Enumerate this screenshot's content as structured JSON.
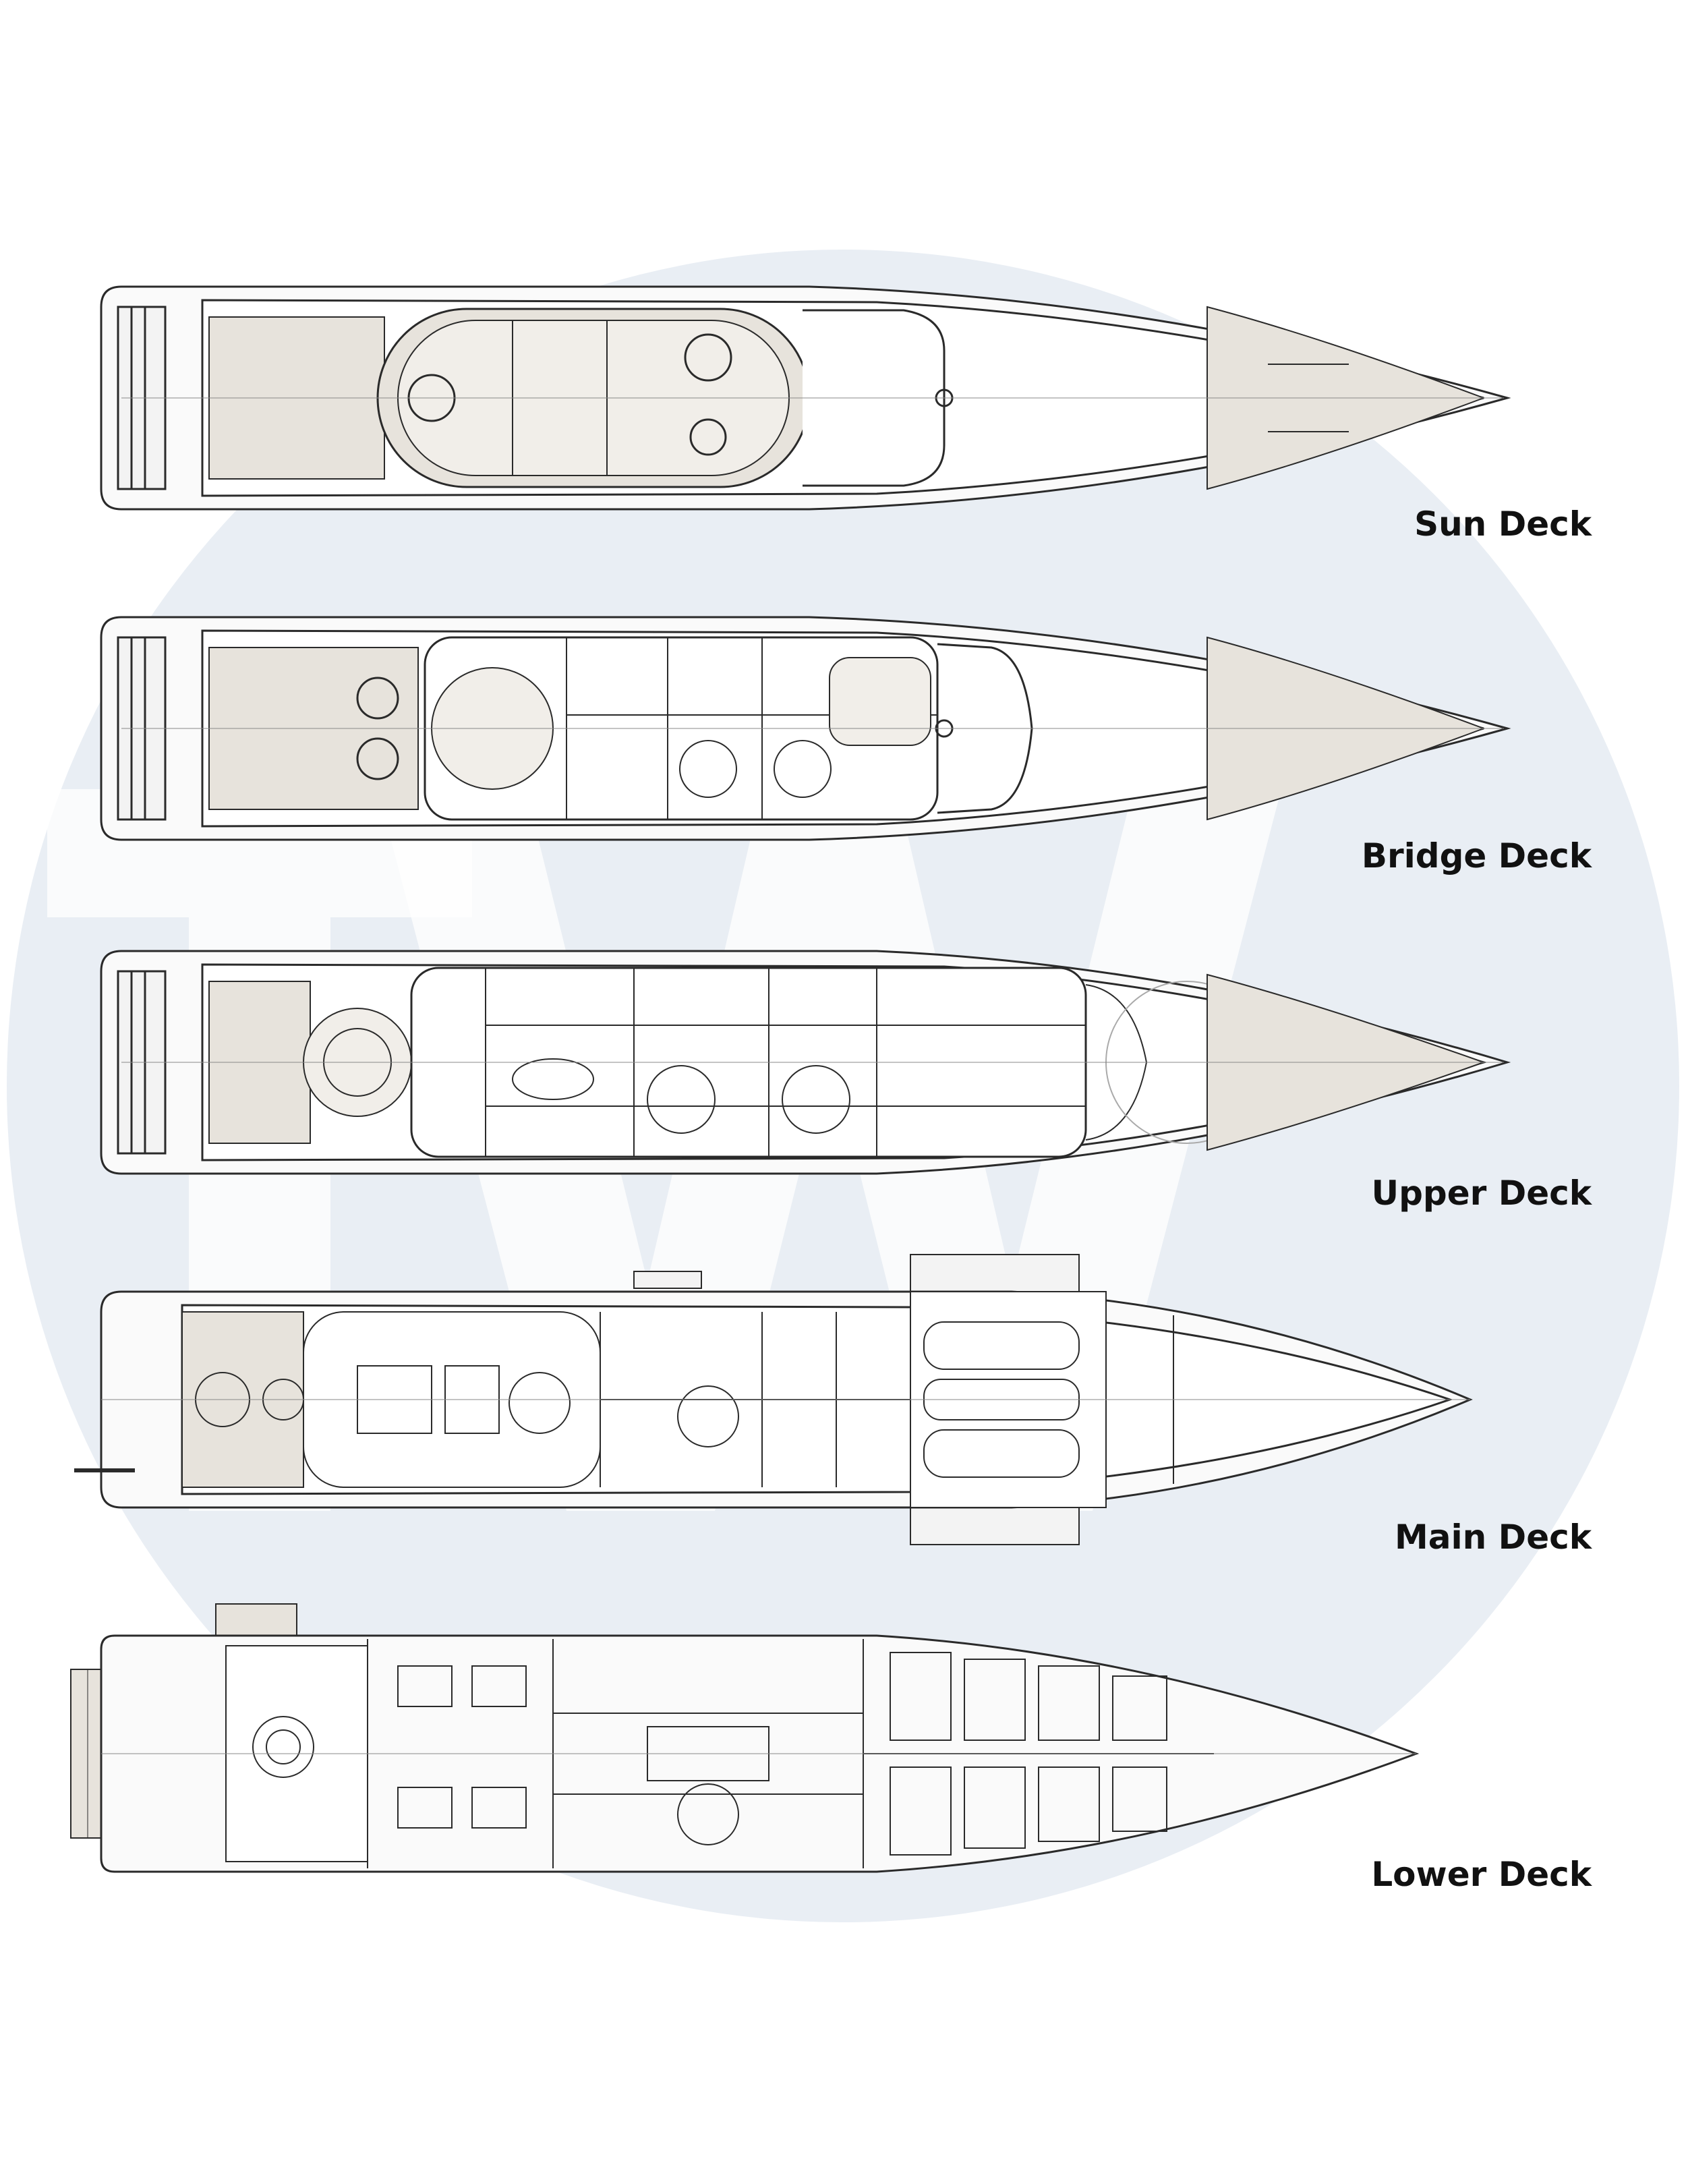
{
  "decks": [
    {
      "id": "sun",
      "label": "Sun Deck"
    },
    {
      "id": "bridge",
      "label": "Bridge Deck"
    },
    {
      "id": "upper",
      "label": "Upper Deck"
    },
    {
      "id": "main",
      "label": "Main Deck"
    },
    {
      "id": "lower",
      "label": "Lower Deck"
    }
  ],
  "watermark": {
    "letters": "TW",
    "circle_color": "#e9eef4",
    "letter_color": "#ffffff"
  },
  "colors": {
    "line": "#2a2a2a",
    "deck_fill": "#e7e3dc",
    "hull_fill": "#fafafa"
  }
}
